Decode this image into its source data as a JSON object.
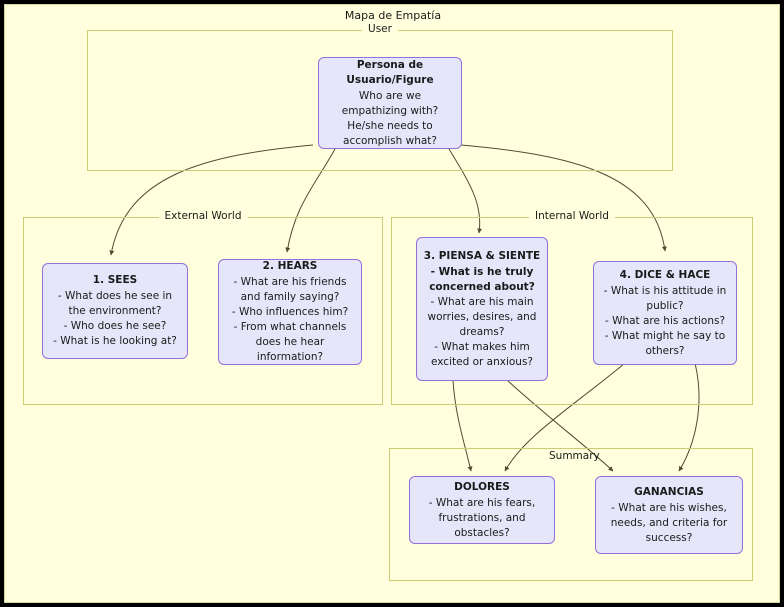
{
  "diagram": {
    "title": "Mapa de Empatía",
    "colors": {
      "canvas": "#ffffdd",
      "node_fill": "#e6e6fa",
      "node_border": "#9370db",
      "group_border": "#cccc77",
      "edge": "#4d4d33",
      "outer_frame": "#000000"
    }
  },
  "groups": [
    {
      "id": "user",
      "label": "User"
    },
    {
      "id": "external",
      "label": "External World"
    },
    {
      "id": "internal",
      "label": "Internal World"
    },
    {
      "id": "summary",
      "label": "Summary"
    }
  ],
  "nodes": {
    "persona": {
      "title": "Persona de Usuario/Figure",
      "lines": [
        "Who are we empathizing with?",
        "He/she needs to accomplish what?"
      ]
    },
    "sees": {
      "title": "1. SEES",
      "lines": [
        "- What does he see in the environment?",
        "- Who does he see?",
        "- What is he looking at?"
      ]
    },
    "hears": {
      "title": "2. HEARS",
      "lines": [
        "- What are his friends and family saying?",
        "- Who influences him?",
        "- From what channels does he hear information?"
      ]
    },
    "thinks": {
      "title": "3. PIENSA & SIENTE",
      "lines": [
        "- What is he truly concerned about?",
        "- What are his main worries, desires, and dreams?",
        "- What makes him excited or anxious?"
      ],
      "bold_lines": [
        0
      ]
    },
    "says": {
      "title": "4. DICE & HACE",
      "lines": [
        "- What is his attitude in public?",
        "- What are his actions?",
        "- What might he say to others?"
      ]
    },
    "pains": {
      "title": "DOLORES",
      "lines": [
        "- What are his fears, frustrations, and obstacles?"
      ]
    },
    "gains": {
      "title": "GANANCIAS",
      "lines": [
        "- What are his wishes, needs, and criteria for success?"
      ]
    }
  }
}
